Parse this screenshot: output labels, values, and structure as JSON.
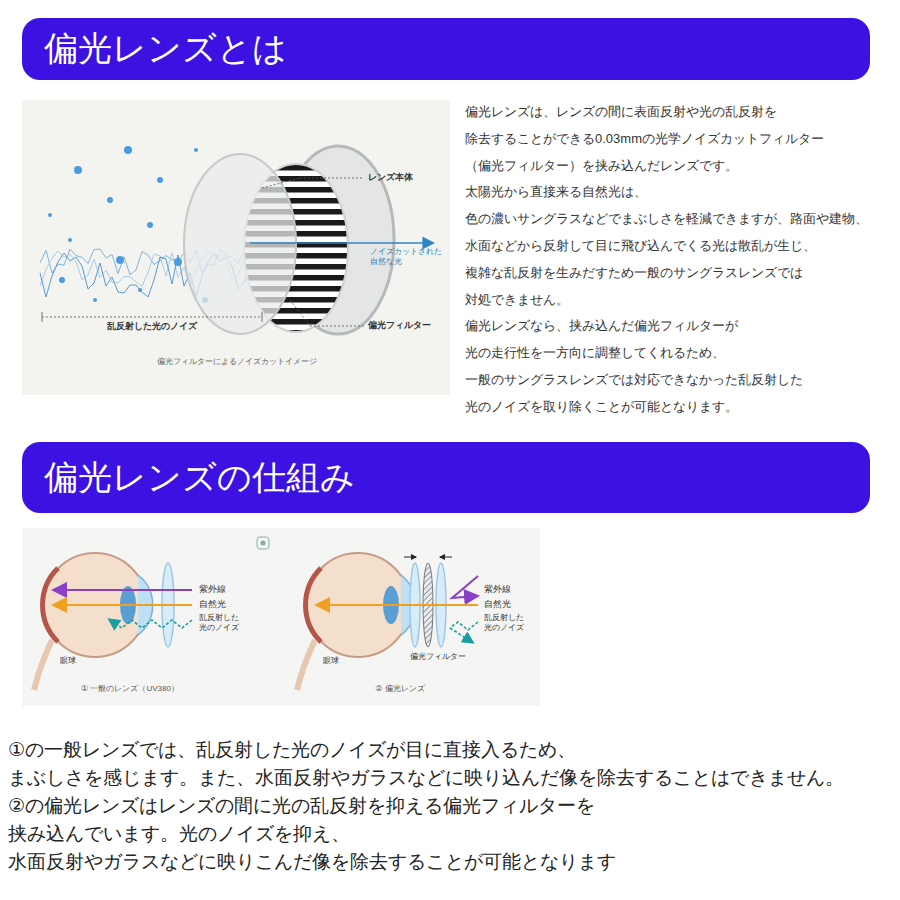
{
  "diagram": {
    "nodes": [
      {
        "text": [
          "偏光レンズとは"
        ]
      },
      {
        "text": [
          "偏光レンズの仕組み"
        ]
      }
    ],
    "labels": [
      "偏光レンズは、レンズの間に表面反射や光の乱反射を",
      "除去することができる0.03mmの光学ノイズカットフィルター",
      "（偏光フィルター）を挟み込んだレンズです。",
      "太陽光から直接来る自然光は、",
      "色の濃いサングラスなどでまぶしさを軽減できますが、路面や建物、",
      "水面などから反射して目に飛び込んでくる光は散乱が生じ、",
      "複雑な乱反射を生みだすため一般のサングラスレンズでは",
      "対処できません。",
      "偏光レンズなら、挟み込んだ偏光フィルターが",
      "光の走行性を一方向に調整してくれるため、",
      "一般のサングラスレンズでは対応できなかった乱反射した",
      "光のノイズを取り除くことが可能となります。",
      "レンズ本体",
      "ノイズカットされた 自然な光",
      "乱反射した光のノイズ",
      "偏光フィルター",
      "偏光フィルターによるノイズカットイメージ",
      "紫外線",
      "自然光",
      "乱反射した 光のノイズ",
      "眼球",
      "① 一般のレンズ（UV380）",
      "紫外線",
      "自然光",
      "乱反射した 光のノイズ",
      "眼球",
      "偏光フィルター",
      "② 偏光レンズ",
      "①の一般レンズでは、乱反射した光のノイズが目に直接入るため、",
      "まぶしさを感じます。また、水面反射やガラスなどに映り込んだ像を除去することはできません。",
      "②の偏光レンズはレンズの間に光の乱反射を抑える偏光フィルターを",
      "挟み込んでいます。光のノイズを抑え、",
      "水面反射やガラスなどに映りこんだ像を除去することが可能となります"
    ]
  }
}
